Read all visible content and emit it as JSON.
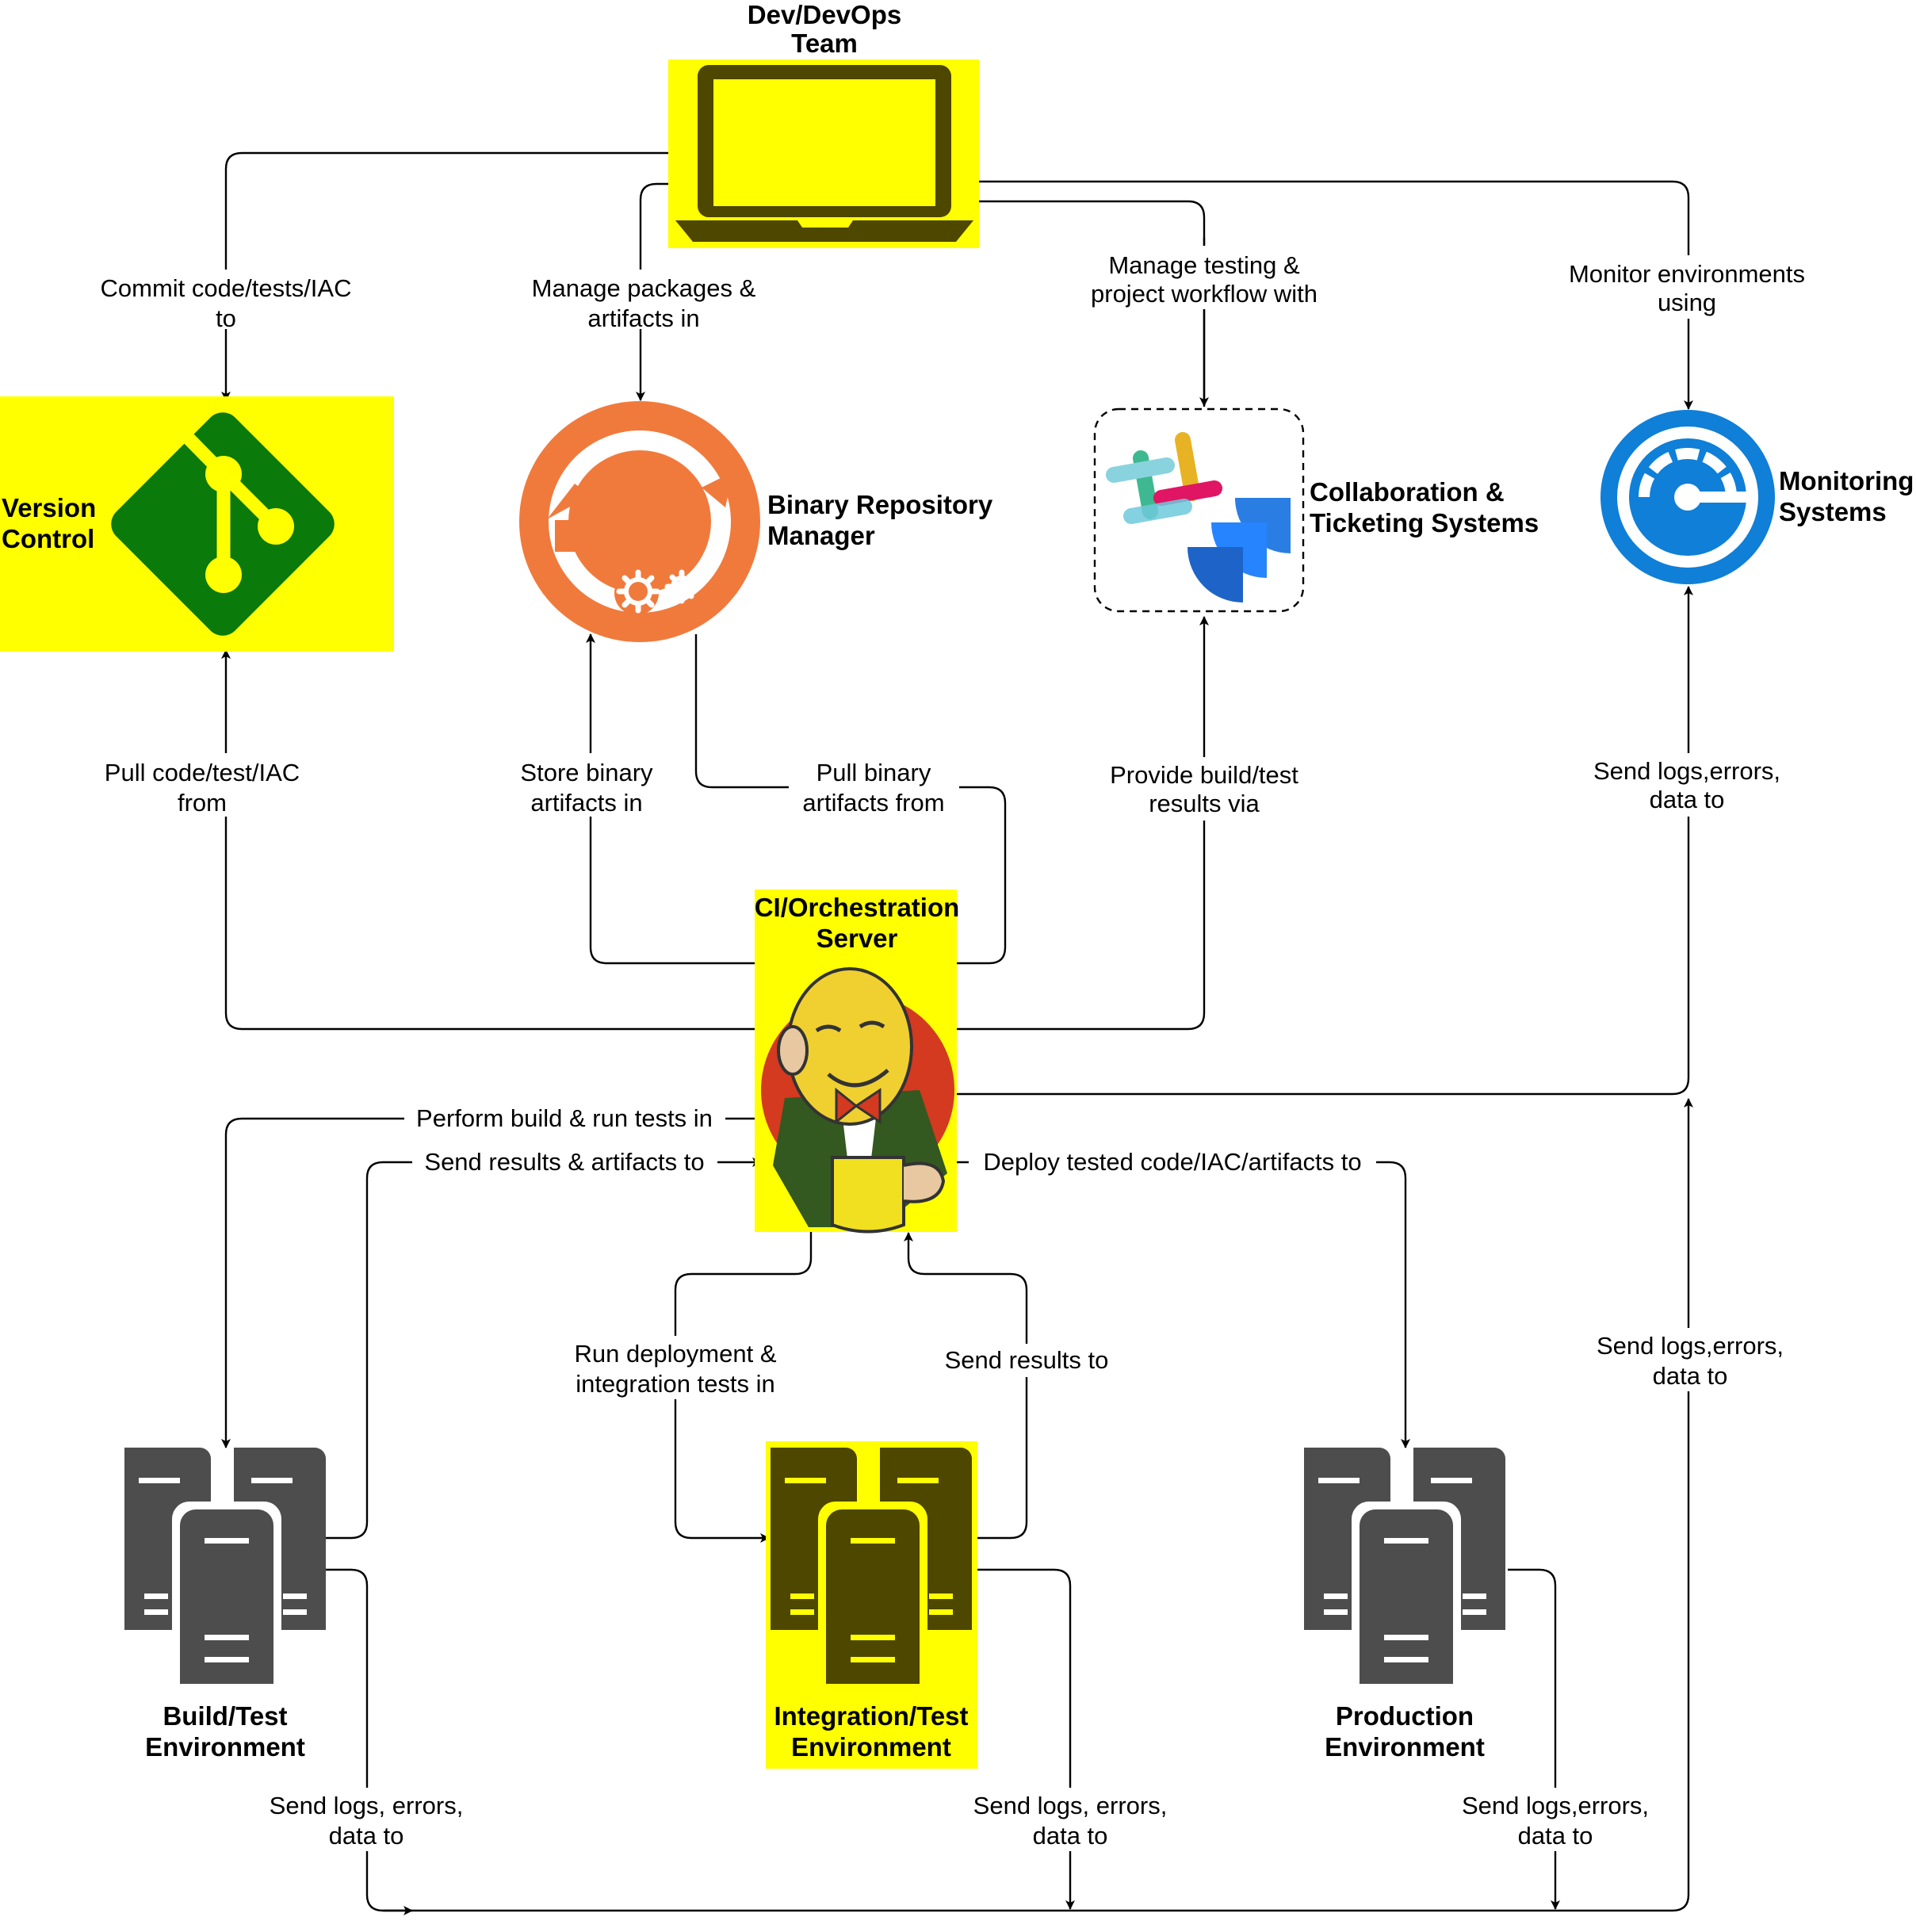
{
  "nodes": {
    "dev_team": [
      "Dev/DevOps",
      "Team"
    ],
    "version_control": [
      "Version",
      "Control"
    ],
    "binary_repo": [
      "Binary Repository",
      "Manager"
    ],
    "collab": [
      "Collaboration &",
      "Ticketing Systems"
    ],
    "monitoring": [
      "Monitoring",
      "Systems"
    ],
    "ci_server": [
      "CI/Orchestration",
      "Server"
    ],
    "build_env": [
      "Build/Test",
      "Environment"
    ],
    "integration_env": [
      "Integration/Test",
      "Environment"
    ],
    "production_env": [
      "Production",
      "Environment"
    ]
  },
  "edges": {
    "commit": [
      "Commit code/tests/IAC",
      "to"
    ],
    "manage_packages": [
      "Manage packages &",
      "artifacts in"
    ],
    "manage_testing": [
      "Manage testing &",
      "project workflow with"
    ],
    "monitor_envs": [
      "Monitor environments",
      "using"
    ],
    "pull_code": [
      "Pull code/test/IAC",
      "from"
    ],
    "store_binary": [
      "Store binary",
      "artifacts in"
    ],
    "pull_binary": [
      "Pull binary",
      "artifacts from"
    ],
    "provide_results": [
      "Provide build/test",
      "results via"
    ],
    "send_logs_ci": [
      "Send logs,errors,",
      "data to"
    ],
    "perform_build": "Perform build & run tests in",
    "send_results_artifacts": "Send results & artifacts to",
    "deploy_tested": "Deploy tested code/IAC/artifacts to",
    "run_deployment": [
      "Run deployment &",
      "integration tests in"
    ],
    "send_results_to": "Send results to",
    "send_logs_right": [
      "Send logs,errors,",
      "data to"
    ],
    "send_logs_build": [
      "Send logs, errors,",
      "data to"
    ],
    "send_logs_integration": [
      "Send logs, errors,",
      "data to"
    ],
    "send_logs_production": [
      "Send logs,errors,",
      "data to"
    ]
  },
  "colors": {
    "highlight": "#ffff00",
    "git_green": "#0a7a0a",
    "repo_orange": "#f07a3c",
    "monitor_blue": "#0f7fd8",
    "server_gray": "#4d4d4d",
    "laptop_dark": "#4e4700"
  },
  "icons": [
    "laptop-icon",
    "git-icon",
    "binary-repository-icon",
    "slack-icon",
    "jira-icon",
    "gauge-icon",
    "jenkins-butler-icon",
    "server-rack-icon"
  ]
}
